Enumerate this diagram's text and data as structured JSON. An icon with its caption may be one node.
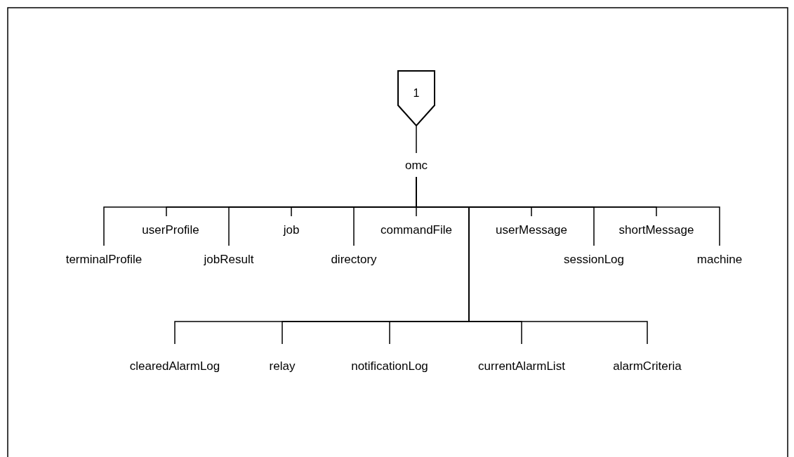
{
  "diagram": {
    "nodes": [
      {
        "text": [
          "1"
        ]
      },
      {
        "text": [
          "omc"
        ]
      },
      {
        "text": [
          "terminalProfile"
        ]
      },
      {
        "text": [
          "userProfile"
        ]
      },
      {
        "text": [
          "jobResult"
        ]
      },
      {
        "text": [
          "job"
        ]
      },
      {
        "text": [
          "directory"
        ]
      },
      {
        "text": [
          "commandFile"
        ]
      },
      {
        "text": [
          "userMessage"
        ]
      },
      {
        "text": [
          "sessionLog"
        ]
      },
      {
        "text": [
          "shortMessage"
        ]
      },
      {
        "text": [
          "machine"
        ]
      },
      {
        "text": [
          "clearedAlarmLog"
        ]
      },
      {
        "text": [
          "relay"
        ]
      },
      {
        "text": [
          "notificationLog"
        ]
      },
      {
        "text": [
          "currentAlarmList"
        ]
      },
      {
        "text": [
          "alarmCriteria"
        ]
      }
    ],
    "edges": [
      {
        "from": 0,
        "to": 1,
        "arrow": "none"
      },
      {
        "from": 1,
        "to": 2,
        "arrow": "none"
      },
      {
        "from": 1,
        "to": 3,
        "arrow": "none"
      },
      {
        "from": 1,
        "to": 4,
        "arrow": "none"
      },
      {
        "from": 1,
        "to": 5,
        "arrow": "none"
      },
      {
        "from": 1,
        "to": 6,
        "arrow": "none"
      },
      {
        "from": 1,
        "to": 7,
        "arrow": "none"
      },
      {
        "from": 1,
        "to": 8,
        "arrow": "none"
      },
      {
        "from": 1,
        "to": 9,
        "arrow": "none"
      },
      {
        "from": 1,
        "to": 10,
        "arrow": "none"
      },
      {
        "from": 1,
        "to": 11,
        "arrow": "none"
      },
      {
        "from": 1,
        "to": 12,
        "arrow": "none"
      },
      {
        "from": 1,
        "to": 13,
        "arrow": "none"
      },
      {
        "from": 1,
        "to": 14,
        "arrow": "none"
      },
      {
        "from": 1,
        "to": 15,
        "arrow": "none"
      },
      {
        "from": 1,
        "to": 16,
        "arrow": "none"
      }
    ]
  }
}
